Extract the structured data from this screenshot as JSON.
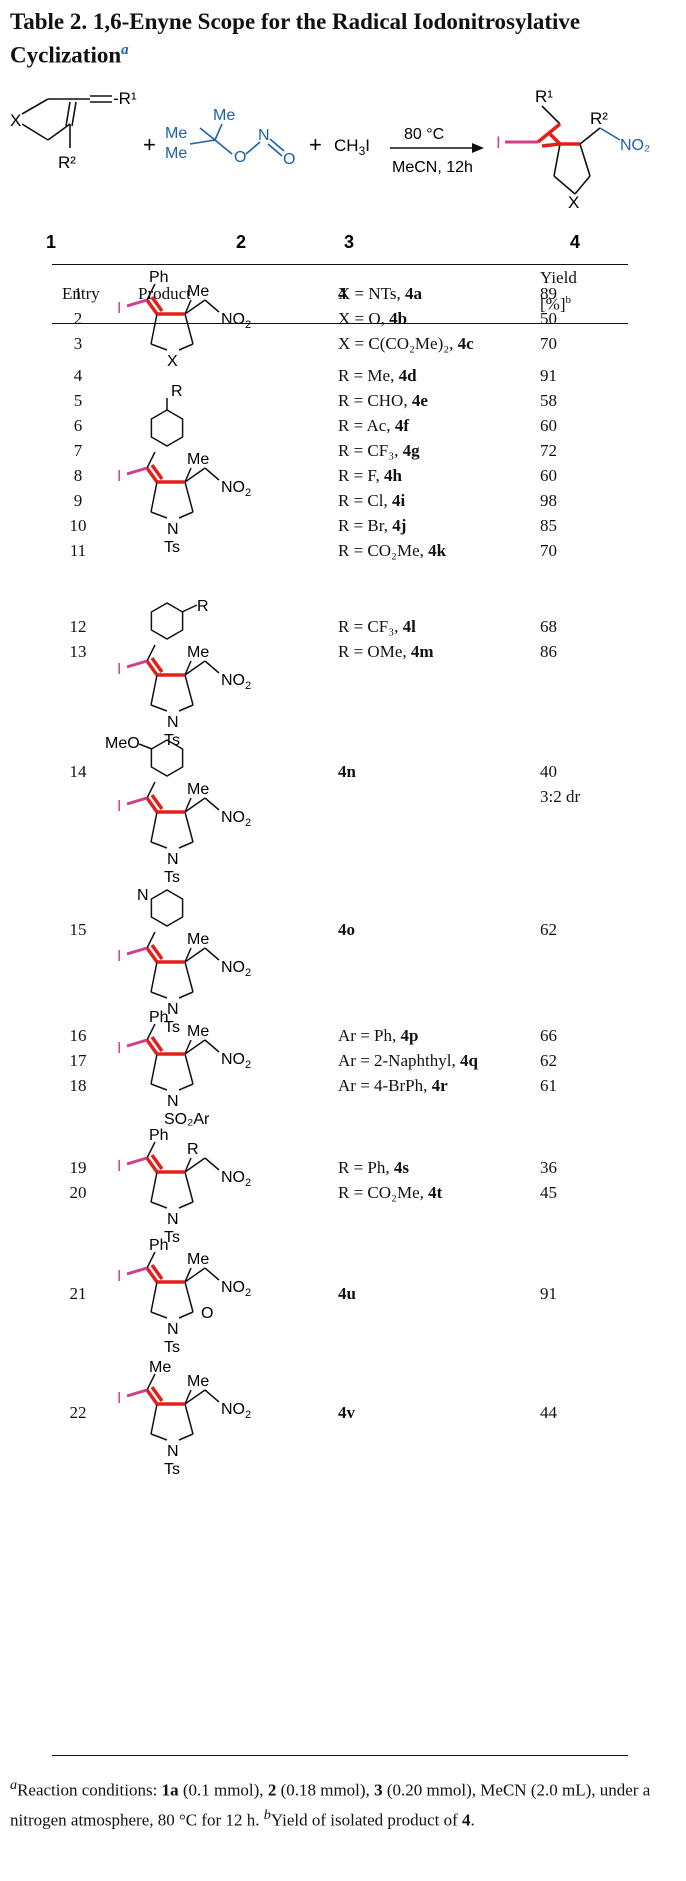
{
  "title": {
    "text": "Table 2. 1,6-Enyne Scope for the Radical Iodonitrosylative Cyclization",
    "marker": "a"
  },
  "scheme": {
    "plus": "+",
    "reagent3": "CH",
    "reagent3_sub": "3",
    "reagent3_I": "I",
    "condition_top": "80 °C",
    "condition_bottom": "MeCN, 12h",
    "labels": [
      "1",
      "2",
      "3",
      "4"
    ]
  },
  "header": {
    "entry": "Entry",
    "product": "Product",
    "compound": "4",
    "yield": "Yield",
    "yield_unit": "[%]",
    "yield_unit_marker": "b"
  },
  "colors": {
    "iodine": "#d43c8c",
    "new_bond": "#e0201b",
    "reagent": "#1f5fa8"
  },
  "rows": [
    {
      "entry": "1",
      "pre": "X = NTs, ",
      "cmp": "4a",
      "yield": "89"
    },
    {
      "entry": "2",
      "pre": "X = O, ",
      "cmp": "4b",
      "yield": "50"
    },
    {
      "entry": "3",
      "pre": "X = C(CO₂Me)₂, ",
      "cmp": "4c",
      "yield": "70"
    },
    {
      "entry": "4",
      "pre": "R = Me, ",
      "cmp": "4d",
      "yield": "91"
    },
    {
      "entry": "5",
      "pre": "R = CHO, ",
      "cmp": "4e",
      "yield": "58"
    },
    {
      "entry": "6",
      "pre": "R = Ac, ",
      "cmp": "4f",
      "yield": "60"
    },
    {
      "entry": "7",
      "pre": "R = CF₃, ",
      "cmp": "4g",
      "yield": "72"
    },
    {
      "entry": "8",
      "pre": "R = F, ",
      "cmp": "4h",
      "yield": "60"
    },
    {
      "entry": "9",
      "pre": "R = Cl, ",
      "cmp": "4i",
      "yield": "98"
    },
    {
      "entry": "10",
      "pre": "R = Br, ",
      "cmp": "4j",
      "yield": "85"
    },
    {
      "entry": "11",
      "pre": "R = CO₂Me, ",
      "cmp": "4k",
      "yield": "70"
    },
    {
      "entry": "12",
      "pre": "R = CF₃, ",
      "cmp": "4l",
      "yield": "68"
    },
    {
      "entry": "13",
      "pre": "R = OMe, ",
      "cmp": "4m",
      "yield": "86"
    },
    {
      "entry": "14",
      "pre": "",
      "cmp": "4n",
      "yield": "40",
      "yield2": "3:2 dr"
    },
    {
      "entry": "15",
      "pre": "",
      "cmp": "4o",
      "yield": "62"
    },
    {
      "entry": "16",
      "pre": "Ar = Ph, ",
      "cmp": "4p",
      "yield": "66"
    },
    {
      "entry": "17",
      "pre": "Ar = 2-Naphthyl, ",
      "cmp": "4q",
      "yield": "62"
    },
    {
      "entry": "18",
      "pre": "Ar = 4-BrPh, ",
      "cmp": "4r",
      "yield": "61"
    },
    {
      "entry": "19",
      "pre": "R = Ph, ",
      "cmp": "4s",
      "yield": "36"
    },
    {
      "entry": "20",
      "pre": "R = CO₂Me, ",
      "cmp": "4t",
      "yield": "45"
    },
    {
      "entry": "21",
      "pre": "",
      "cmp": "4u",
      "yield": "91"
    },
    {
      "entry": "22",
      "pre": "",
      "cmp": "4v",
      "yield": "44"
    }
  ],
  "structures": [
    {
      "top": "Ph",
      "rsub": "Me",
      "ring": "X",
      "ring_sub": ""
    },
    {
      "top": "R",
      "rsub": "Me",
      "ring": "N",
      "ring_sub": "Ts",
      "aryl": "para"
    },
    {
      "top": "R",
      "rsub": "Me",
      "ring": "N",
      "ring_sub": "Ts",
      "aryl": "meta"
    },
    {
      "top": "MeO",
      "rsub": "Me",
      "ring": "N",
      "ring_sub": "Ts",
      "aryl": "ortho"
    },
    {
      "top": "N",
      "rsub": "Me",
      "ring": "N",
      "ring_sub": "Ts",
      "aryl": "pyridyl"
    },
    {
      "top": "Ph",
      "rsub": "Me",
      "ring": "N",
      "ring_sub": "SO₂Ar"
    },
    {
      "top": "Ph",
      "rsub": "R",
      "ring": "N",
      "ring_sub": "Ts"
    },
    {
      "top": "Ph",
      "rsub": "Me",
      "ring": "N",
      "ring_sub": "Ts",
      "carbonyl": "O"
    },
    {
      "top": "Me",
      "rsub": "Me",
      "ring": "N",
      "ring_sub": "Ts"
    }
  ],
  "atoms": {
    "I": "I",
    "NO2": "NO",
    "NO2_sub": "2",
    "Me": "Me",
    "R1": "R",
    "R1_sup": "1",
    "R2": "R",
    "R2_sup": "2",
    "X": "X",
    "O": "O",
    "N": "N"
  },
  "footnote": {
    "a_marker": "a",
    "a_text_1": "Reaction conditions: ",
    "a_c1": "1a",
    "a_text_2": " (0.1 mmol), ",
    "a_c2": "2",
    "a_text_3": " (0.18 mmol), ",
    "a_c3": "3",
    "a_text_4": " (0.20 mmol), MeCN (2.0 mL), under a nitrogen atmosphere, 80 °C for 12 h. ",
    "b_marker": "b",
    "b_text_1": "Yield of isolated product of ",
    "b_c": "4",
    "b_text_2": "."
  }
}
